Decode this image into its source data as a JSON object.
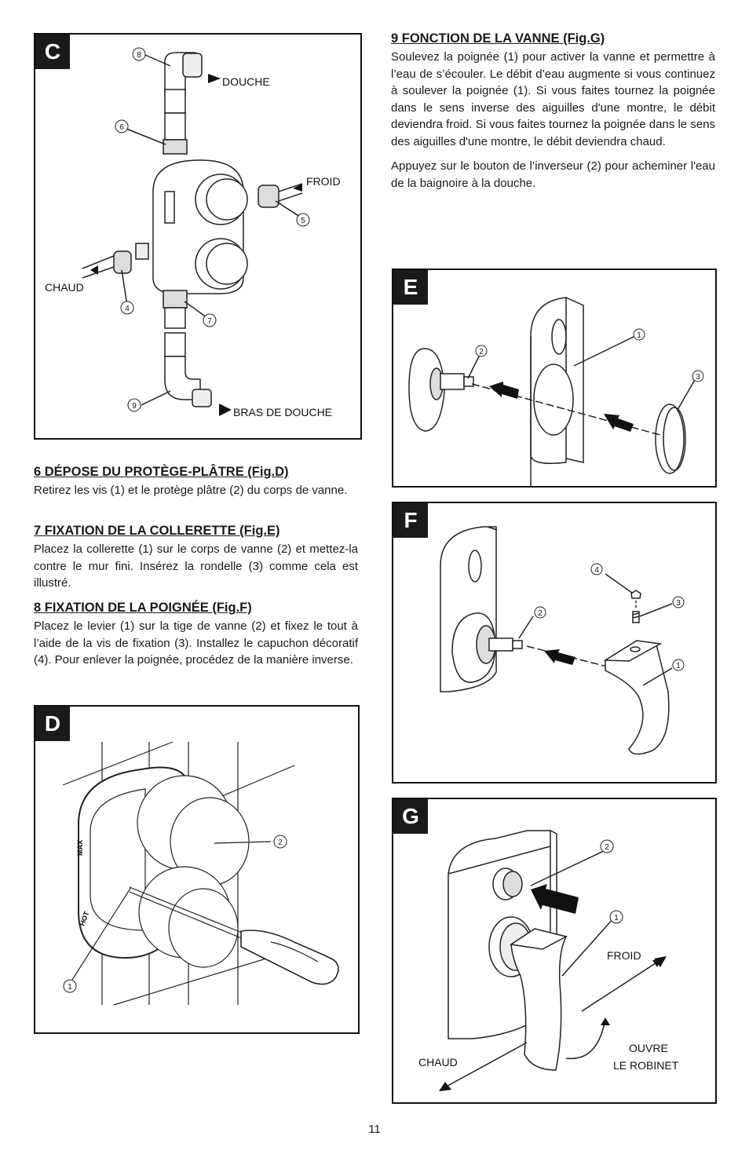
{
  "figures": {
    "c": {
      "tag": "C",
      "labels": {
        "douche": "DOUCHE",
        "froid": "FROID",
        "chaud": "CHAUD",
        "bras": "BRAS DE DOUCHE"
      },
      "callouts": [
        "8",
        "6",
        "5",
        "4",
        "7",
        "9"
      ]
    },
    "d": {
      "tag": "D",
      "callouts": [
        "2",
        "1"
      ],
      "max": "MAX",
      "hot": "HOT"
    },
    "e": {
      "tag": "E",
      "callouts": [
        "2",
        "1",
        "3"
      ]
    },
    "f": {
      "tag": "F",
      "callouts": [
        "4",
        "3",
        "2",
        "1"
      ]
    },
    "g": {
      "tag": "G",
      "callouts": [
        "2",
        "1"
      ],
      "labels": {
        "froid": "FROID",
        "chaud": "CHAUD",
        "ouvre_line1": "OUVRE",
        "ouvre_line2": "LE ROBINET"
      }
    }
  },
  "sections": {
    "s6": {
      "title": "6 DÉPOSE DU PROTÈGE-PLÂTRE (Fig.D)",
      "body": "Retirez les vis (1) et le protège plâtre (2) du corps de vanne."
    },
    "s7": {
      "title": "7 FIXATION DE LA COLLERETTE (Fig.E)",
      "body": "Placez la collerette (1) sur le corps de vanne (2) et mettez-la contre le mur fini. Insérez la rondelle (3) comme cela est illustré."
    },
    "s8": {
      "title": "8 FIXATION DE LA POIGNÉE (Fig.F)",
      "body": "Placez le levier (1) sur la tige de vanne (2) et fixez le tout à l’aide de la vis de fixation (3). Installez le capuchon décoratif (4). Pour enlever la poignée, procédez de la manière inverse."
    },
    "s9": {
      "title": "9 FONCTION DE LA VANNE (Fig.G)",
      "body": "Soulevez la poignée (1) pour activer la vanne et permettre à l’eau de s’écouler. Le débit d’eau augmente si vous continuez à soulever la poignée (1). Si vous faites tournez la poignée dans le sens inverse des aiguilles d'une montre, le débit deviendra froid. Si vous faites tournez la poignée dans le sens des aiguilles d'une montre, le débit deviendra chaud.",
      "body2": "Appuyez sur le bouton de l’inverseur (2) pour acheminer l'eau de la baignoire à la douche."
    }
  },
  "page_number": "11"
}
